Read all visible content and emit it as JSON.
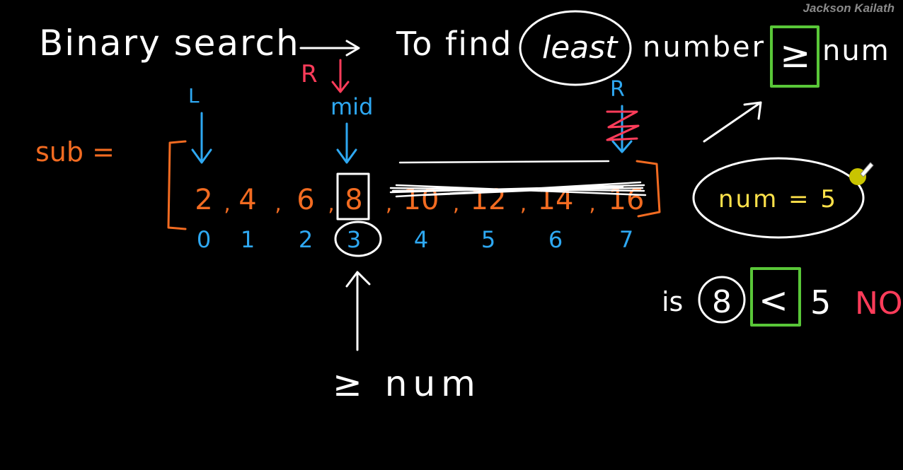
{
  "watermark": "Jackson Kailath",
  "heading": {
    "left": "Binary search",
    "right_prefix": "To find",
    "circled_word": "least",
    "right_middle": "number",
    "boxed_symbol": "≥",
    "right_suffix": "num"
  },
  "array": {
    "name": "sub =",
    "values": [
      "2",
      "4",
      "6",
      "8",
      "10",
      "12",
      "14",
      "16"
    ],
    "indices": [
      "0",
      "1",
      "2",
      "3",
      "4",
      "5",
      "6",
      "7"
    ],
    "boxed_index": 3,
    "crossed_from_index": 4
  },
  "pointers": {
    "left": "L",
    "right_old": "R",
    "right_new": "R",
    "mid": "mid"
  },
  "target": {
    "label": "num = 5"
  },
  "comparison": {
    "prefix": "is",
    "value": "8",
    "operator": "<",
    "rhs": "5",
    "result": "NO"
  },
  "note": "≥ num",
  "colors": {
    "background": "#000000",
    "chalk": "#ffffff",
    "blue": "#2ea8f2",
    "orange": "#f26b21",
    "red": "#ff3c5a",
    "green": "#59c738",
    "yellow": "#ffe24a"
  }
}
